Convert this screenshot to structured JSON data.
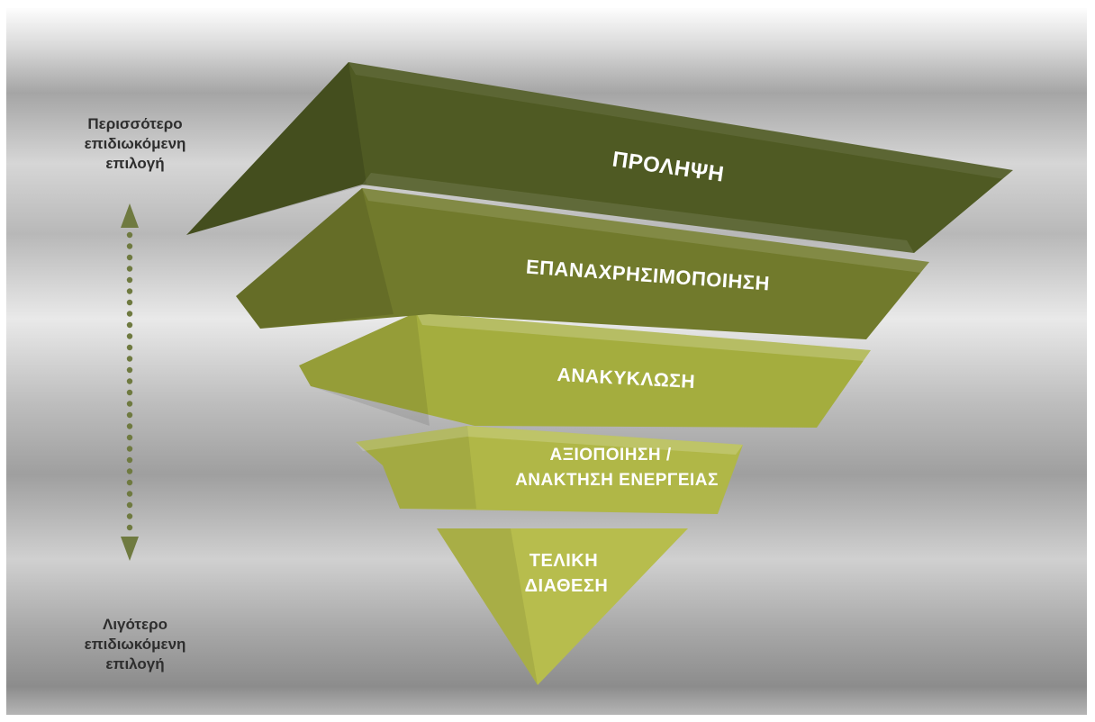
{
  "top_label": {
    "lines": [
      "Περισσότερο",
      "επιδιωκόμενη",
      "επιλογή"
    ]
  },
  "bottom_label": {
    "lines": [
      "Λιγότερο",
      "επιδιωκόμενη",
      "επιλογή"
    ]
  },
  "tiers": [
    {
      "lines": [
        "ΠΡΟΛΗΨΗ"
      ],
      "color": "#4f5a23"
    },
    {
      "lines": [
        "ΕΠΑΝΑΧΡΗΣΙΜΟΠΟΙΗΣΗ"
      ],
      "color": "#717a2c"
    },
    {
      "lines": [
        "ΑΝΑΚΥΚΛΩΣΗ"
      ],
      "color": "#a4ad3e"
    },
    {
      "lines": [
        "ΑΞΙΟΠΟΙΗΣΗ /",
        "ΑΝΑΚΤΗΣΗ ΕΝΕΡΓΕΙΑΣ"
      ],
      "color": "#b0b747"
    },
    {
      "lines": [
        "ΤΕΛΙΚΗ",
        "ΔΙΑΘΕΣΗ"
      ],
      "color": "#b7bd4d"
    }
  ],
  "arrow_color": "#6f7a40"
}
